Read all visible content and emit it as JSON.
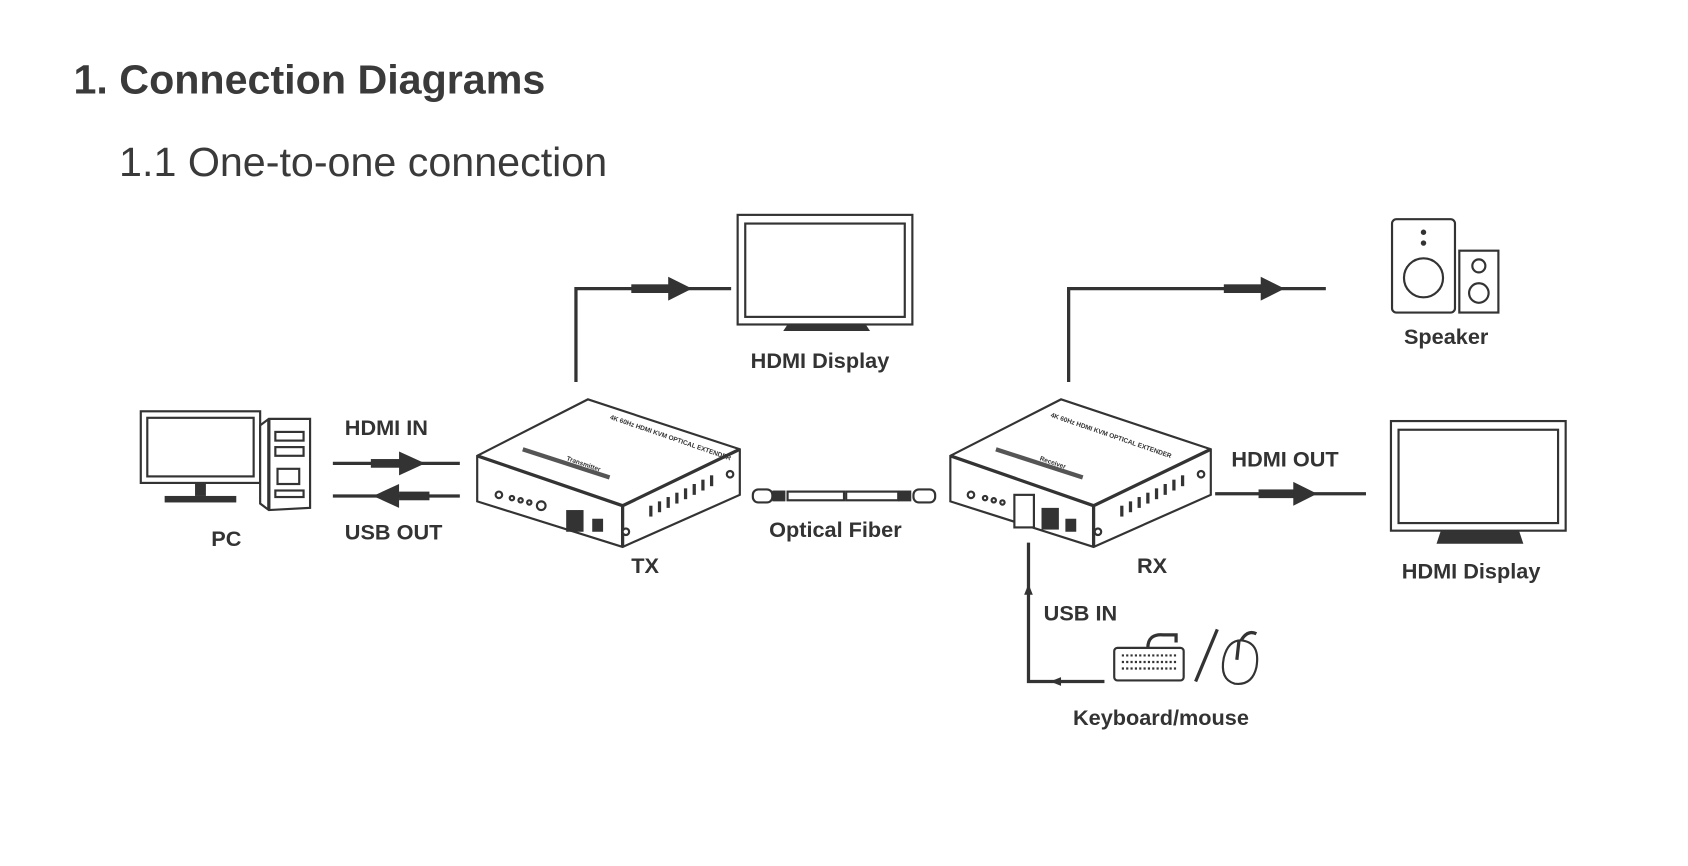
{
  "title": "1. Connection Diagrams",
  "subtitle": "1.1 One-to-one connection",
  "labels": {
    "tx_hdmi_display": "HDMI Display",
    "speaker": "Speaker",
    "pc": "PC",
    "hdmi_in": "HDMI IN",
    "usb_out": "USB OUT",
    "tx": "TX",
    "optical_fiber": "Optical Fiber",
    "rx": "RX",
    "hdmi_out": "HDMI OUT",
    "rx_hdmi_display": "HDMI Display",
    "usb_in": "USB IN",
    "keyboard_mouse": "Keyboard/mouse"
  },
  "device_text": {
    "product": "4K 60Hz HDMI KVM OPTICAL EXTENDER",
    "tx_name": "Transmitter",
    "rx_name": "Receiver"
  },
  "colors": {
    "line": "#333333",
    "text": "#3a3a3a"
  }
}
